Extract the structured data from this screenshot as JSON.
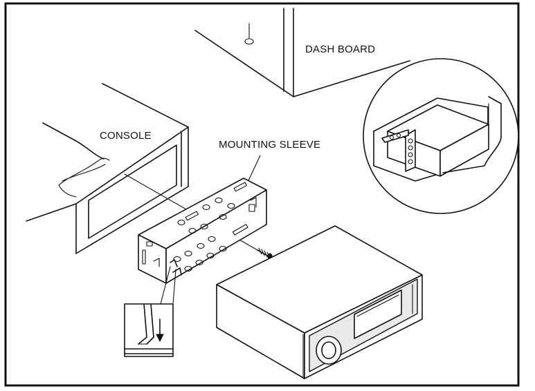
{
  "labels": {
    "dash_board": "DASH BOARD",
    "console": "CONSOLE",
    "mounting_sleeve": "MOUNTING SLEEVE"
  },
  "colors": {
    "line": "#111111",
    "background": "#ffffff",
    "panel_gray": "#e9e9e9"
  }
}
